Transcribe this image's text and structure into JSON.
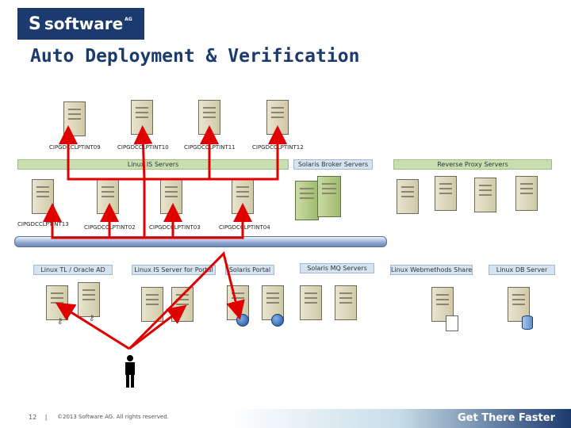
{
  "header": {
    "logo_text": "software",
    "logo_mark": "AG",
    "title": "Auto Deployment & Verification"
  },
  "colors": {
    "brand_blue": "#1b3a6e",
    "arrow_red": "#e00000",
    "zone_green": "#c9dfb2",
    "zone_blue": "#d6e4f2"
  },
  "diagram": {
    "top_hosts": [
      "CIPGDCCLPTINT09",
      "CIPGDCCLPTINT10",
      "CIPGDCCLPTINT11",
      "CIPGDCCLPTINT12"
    ],
    "zones_row1": {
      "linux_is": "Linux IS Servers",
      "solaris_broker": "Solaris Broker Servers",
      "reverse_proxy": "Reverse Proxy Servers"
    },
    "mid_hosts": [
      "CIPGDCCLPTINT13",
      "CIPGDCCLPTINT02",
      "CIPGDCCLPTINT03",
      "CIPGDCCLPTINT04"
    ],
    "zones_row2": {
      "linux_ts": "Linux TL / Oracle AD",
      "linux_portal": "Linux IS Server for Portal",
      "solaris_portal": "Solaris Portal",
      "solaris_mq": "Solaris MQ Servers",
      "linux_share": "Linux Webmethods Share",
      "linux_db": "Linux DB Server"
    }
  },
  "footer": {
    "page_number": "12",
    "separator": "|",
    "copyright": "©2013 Software AG. All rights reserved.",
    "tagline": "Get There Faster"
  }
}
